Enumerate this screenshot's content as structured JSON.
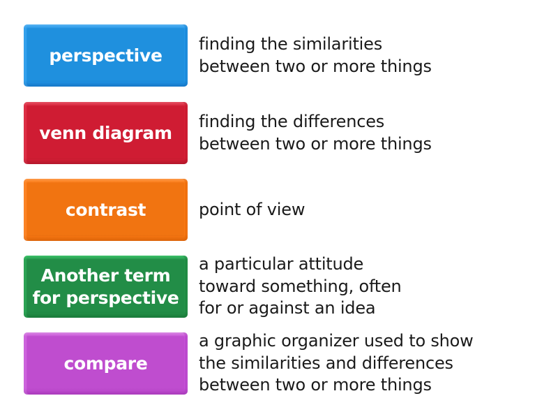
{
  "activity": {
    "type": "match-up",
    "rows": [
      {
        "term": "perspective",
        "definition": "finding the similarities\nbetween two or more things",
        "tile_color": "#2196e8",
        "tile_color_light": "#5ab4f2",
        "tile_color_dark": "#1677c7"
      },
      {
        "term": "venn diagram",
        "definition": "finding the differences\nbetween two or more things",
        "tile_color": "#d81e36",
        "tile_color_light": "#e45264",
        "tile_color_dark": "#b3172b"
      },
      {
        "term": "contrast",
        "definition": "point of view",
        "tile_color": "#fb7912",
        "tile_color_light": "#fd9a4a",
        "tile_color_dark": "#dc640a"
      },
      {
        "term": "Another term\nfor perspective",
        "definition": "a particular attitude\ntoward something, often\nfor or against an idea",
        "tile_color": "#24934a",
        "tile_color_light": "#3cc36a",
        "tile_color_dark": "#1a7a3a"
      },
      {
        "term": "compare",
        "definition": "a graphic organizer used to show\nthe similarities and differences\nbetween two or more things",
        "tile_color": "#c751d8",
        "tile_color_light": "#d98ae3",
        "tile_color_dark": "#a93bbb"
      }
    ]
  }
}
